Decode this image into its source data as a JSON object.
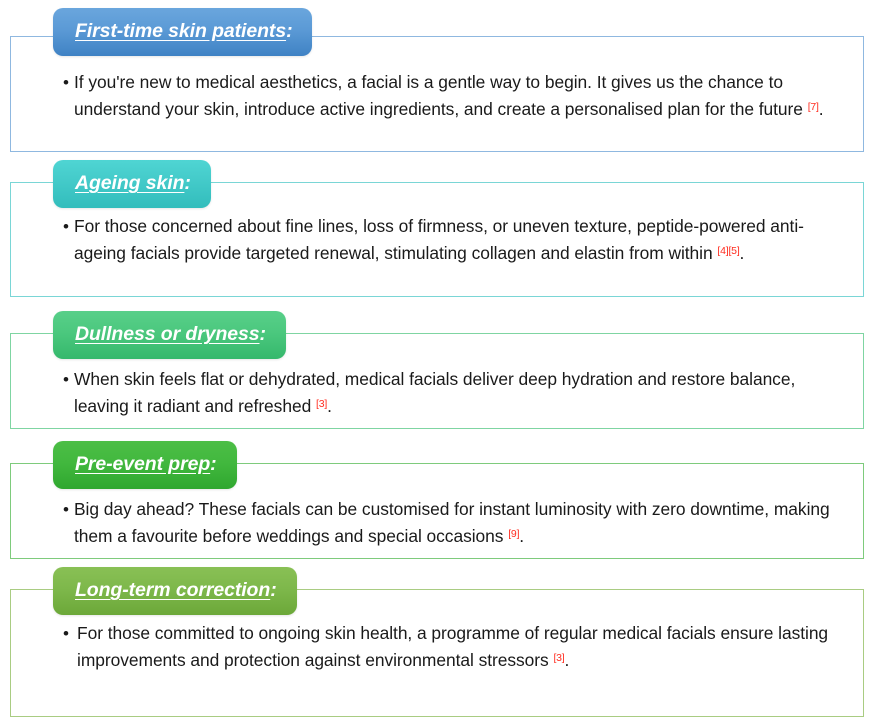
{
  "theme": {
    "page_background": "#ffffff",
    "text_color": "#1a1a1a",
    "citation_color": "#ff2d20",
    "pill_text_color": "#ffffff"
  },
  "sections": [
    {
      "id": "first-time-skin-patients",
      "heading": "First-time skin patients",
      "heading_colon": ":",
      "accent": "#5b9ad6",
      "border": "#8fb8e0",
      "bullet": "•",
      "body": "If you're new to medical aesthetics, a facial is a gentle way to begin. It gives us the chance to understand your skin, introduce active ingredients, and create a personalised plan for the future ",
      "citation": "[7]",
      "body_tail": "."
    },
    {
      "id": "ageing-skin",
      "heading": "Ageing skin",
      "heading_colon": ":",
      "accent": "#43cac9",
      "border": "#7ad6d6",
      "bullet": "•",
      "body": "For those concerned about fine lines, loss of firmness, or uneven texture, peptide-powered anti-ageing facials provide targeted renewal, stimulating collagen and elastin from within ",
      "citation": "[4][5]",
      "body_tail": "."
    },
    {
      "id": "dullness-or-dryness",
      "heading": "Dullness or dryness",
      "heading_colon": ":",
      "accent": "#4bc87e",
      "border": "#7fd5a2",
      "bullet": "•",
      "body": "When skin feels flat or dehydrated, medical facials deliver deep hydration and restore balance, leaving it radiant and refreshed ",
      "citation": "[3]",
      "body_tail": "."
    },
    {
      "id": "pre-event-prep",
      "heading": "Pre-event prep",
      "heading_colon": ":",
      "accent": "#42b83e",
      "border": "#7ecb7c",
      "bullet": "•",
      "body": "Big day ahead? These facials can be customised for instant luminosity with zero downtime, making them a favourite before weddings and special occasions ",
      "citation": "[9]",
      "body_tail": "."
    },
    {
      "id": "long-term-correction",
      "heading": "Long-term correction",
      "heading_colon": ":",
      "accent": "#7eb84b",
      "border": "#a9cc82",
      "bullet": "•",
      "body": " For those committed to ongoing skin health, a programme of regular medical facials ensure lasting improvements and protection against environmental stressors ",
      "citation": "[3]",
      "body_tail": "."
    }
  ]
}
